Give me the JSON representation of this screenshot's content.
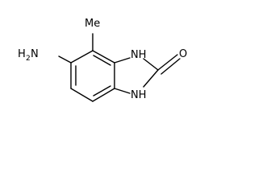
{
  "molecule": {
    "labels": {
      "methyl": "Me",
      "nh_top": "NH",
      "nh_bottom": "NH",
      "oxygen": "O",
      "amino_h": "H",
      "amino_sub": "2",
      "amino_n": "N"
    }
  }
}
